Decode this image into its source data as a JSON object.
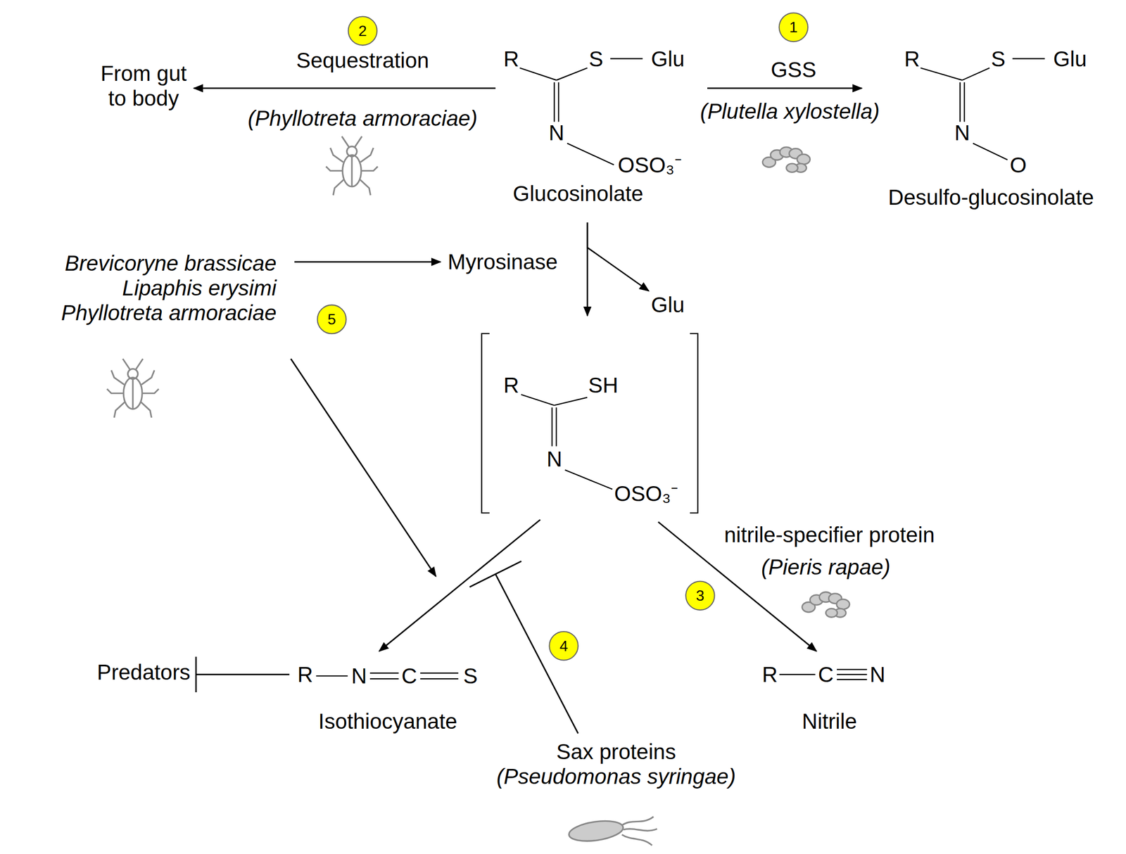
{
  "diagram": {
    "nodes": [
      {
        "text": [
          "From gut to body"
        ]
      },
      {
        "text": [
          "R",
          "S",
          "Glu",
          "N",
          "OSO₃⁻",
          "Glucosinolate"
        ]
      },
      {
        "text": [
          "R",
          "S",
          "Glu",
          "N",
          "O",
          "Desulfo-glucosinolate"
        ]
      },
      {
        "text": [
          "Myrosinase"
        ]
      },
      {
        "text": [
          "Glu"
        ]
      },
      {
        "text": [
          "R",
          "SH",
          "N",
          "OSO₃⁻"
        ]
      },
      {
        "text": [
          "R",
          "N",
          "C",
          "S",
          "Isothiocyanate"
        ]
      },
      {
        "text": [
          "R",
          "C",
          "N",
          "Nitrile"
        ]
      },
      {
        "text": [
          "Predators"
        ]
      },
      {
        "text": [
          "Brevicoryne brassicae",
          "Lipaphis erysimi",
          "Phyllotreta armoraciae"
        ]
      },
      {
        "text": [
          "Sax proteins",
          "(Pseudomonas syringae)"
        ]
      }
    ],
    "edges": [
      {
        "from": 1,
        "to": 0,
        "arrow": "to"
      },
      {
        "from": 1,
        "to": 2,
        "arrow": "to"
      },
      {
        "from": 1,
        "to": 5,
        "arrow": "to"
      },
      {
        "from": 1,
        "to": 4,
        "arrow": "to"
      },
      {
        "from": 9,
        "to": 3,
        "arrow": "to"
      },
      {
        "from": 5,
        "to": 6,
        "arrow": "to"
      },
      {
        "from": 5,
        "to": 7,
        "arrow": "to"
      },
      {
        "from": 6,
        "to": 8,
        "arrow": "none"
      }
    ],
    "labels": [
      "Sequestration",
      "(Phyllotreta armoraciae)",
      "GSS",
      "(Plutella xylostella)",
      "nitrile-specifier protein",
      "(Pieris rapae)",
      "1",
      "2",
      "3",
      "4",
      "5"
    ]
  }
}
